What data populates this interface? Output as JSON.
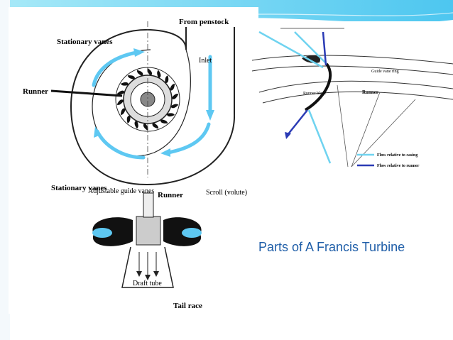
{
  "slide": {
    "caption": "Parts of A Francis Turbine"
  },
  "left_diagram": {
    "labels": {
      "from_penstock": "From penstock",
      "stationary_vanes_top": "Stationary vanes",
      "inlet": "Inlet",
      "runner_left": "Runner",
      "stationary_vanes_bottom": "Stationary vanes",
      "adjustable_guide_vanes": "Adjustable guide vanes",
      "runner_bottom": "Runner",
      "scroll": "Scroll (volute)",
      "draft_tube": "Draft tube",
      "tail_race": "Tail race"
    }
  },
  "right_diagram": {
    "labels": {
      "guide_vane_ring": "Guide vane ring",
      "runner": "Runner",
      "runner_blade": "Runner blade",
      "legend_casing": "Flow relative to casing",
      "legend_runner": "Flow relative to runner"
    },
    "colors": {
      "casing_flow": "#6fd3f0",
      "runner_flow": "#2b3bb5"
    }
  },
  "theme": {
    "accent": "#5ec8f2",
    "caption_color": "#1f5ea8"
  }
}
